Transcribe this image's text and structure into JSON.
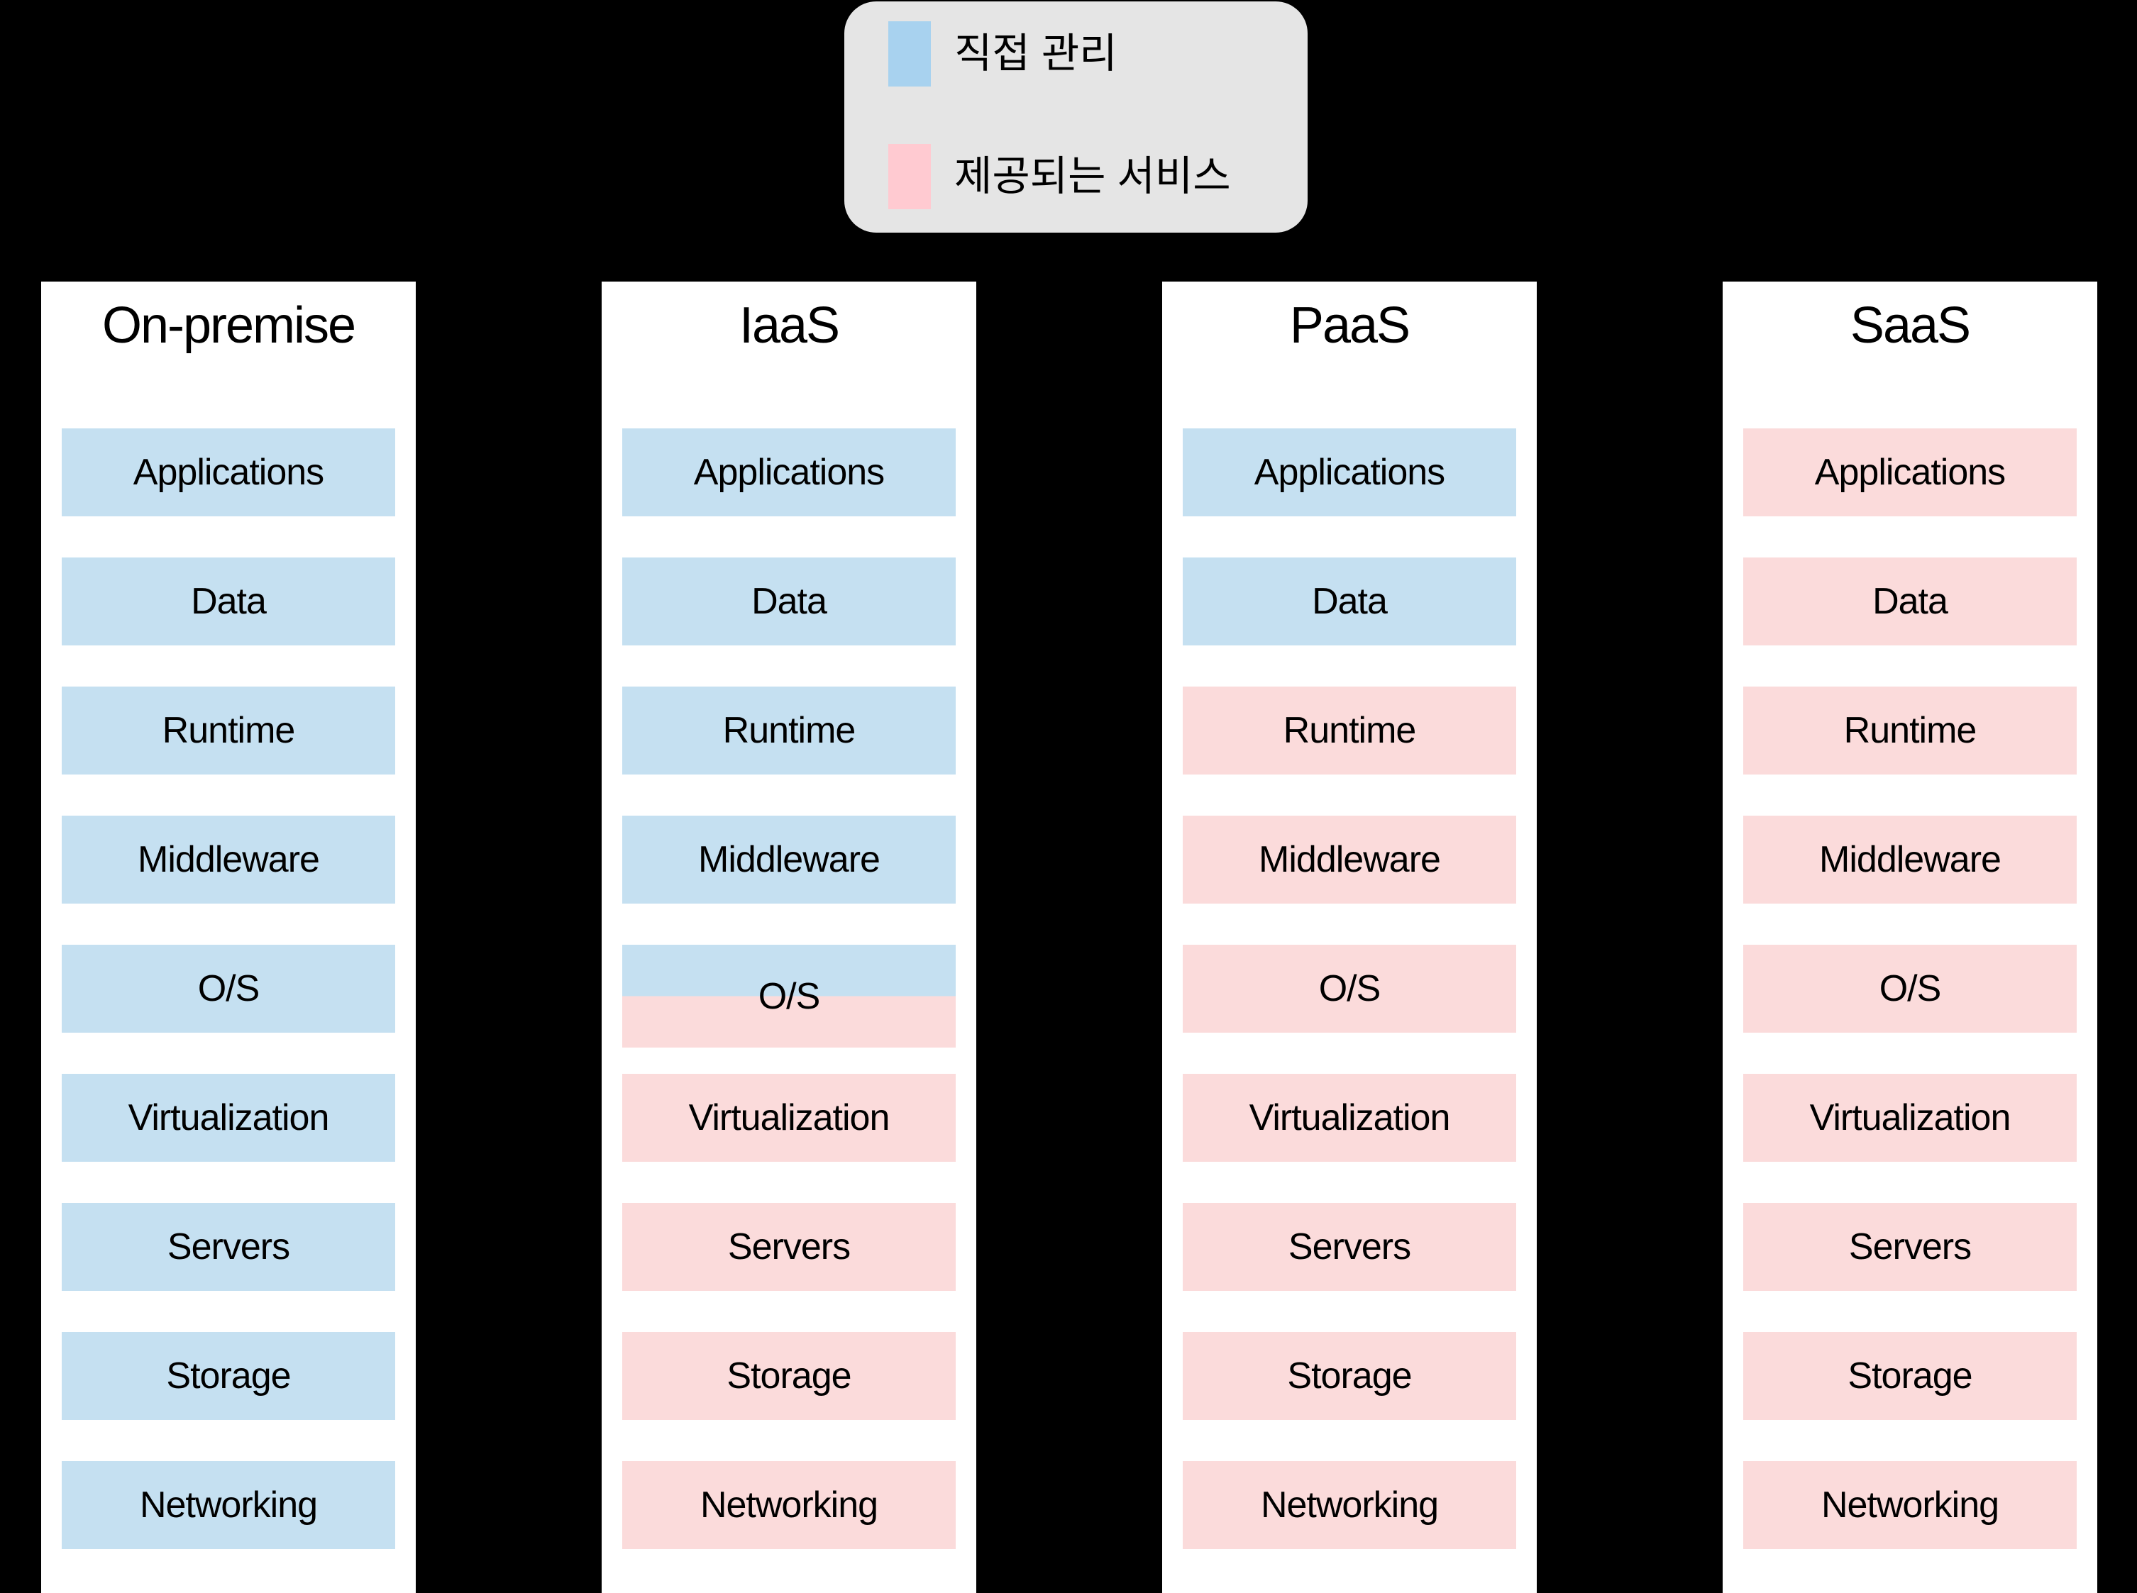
{
  "legend": {
    "items": [
      {
        "id": "managed",
        "label": "직접 관리",
        "color": "#A8D2EF"
      },
      {
        "id": "provided",
        "label": "제공되는 서비스",
        "color": "#FFCAD1"
      }
    ]
  },
  "colors": {
    "background": "#000000",
    "panel": "#FFFFFF",
    "text": "#000000",
    "legend_background": "#E5E5E5",
    "managed_fill": "#C5E0F1",
    "provided_fill": "#FBDBDB"
  },
  "columns": [
    {
      "title": "On-premise",
      "layers": [
        {
          "label": "Applications",
          "type": "managed"
        },
        {
          "label": "Data",
          "type": "managed"
        },
        {
          "label": "Runtime",
          "type": "managed"
        },
        {
          "label": "Middleware",
          "type": "managed"
        },
        {
          "label": "O/S",
          "type": "managed"
        },
        {
          "label": "Virtualization",
          "type": "managed"
        },
        {
          "label": "Servers",
          "type": "managed"
        },
        {
          "label": "Storage",
          "type": "managed"
        },
        {
          "label": "Networking",
          "type": "managed"
        }
      ]
    },
    {
      "title": "IaaS",
      "layers": [
        {
          "label": "Applications",
          "type": "managed"
        },
        {
          "label": "Data",
          "type": "managed"
        },
        {
          "label": "Runtime",
          "type": "managed"
        },
        {
          "label": "Middleware",
          "type": "managed"
        },
        {
          "label": "O/S",
          "type": "split"
        },
        {
          "label": "Virtualization",
          "type": "provided"
        },
        {
          "label": "Servers",
          "type": "provided"
        },
        {
          "label": "Storage",
          "type": "provided"
        },
        {
          "label": "Networking",
          "type": "provided"
        }
      ]
    },
    {
      "title": "PaaS",
      "layers": [
        {
          "label": "Applications",
          "type": "managed"
        },
        {
          "label": "Data",
          "type": "managed"
        },
        {
          "label": "Runtime",
          "type": "provided"
        },
        {
          "label": "Middleware",
          "type": "provided"
        },
        {
          "label": "O/S",
          "type": "provided"
        },
        {
          "label": "Virtualization",
          "type": "provided"
        },
        {
          "label": "Servers",
          "type": "provided"
        },
        {
          "label": "Storage",
          "type": "provided"
        },
        {
          "label": "Networking",
          "type": "provided"
        }
      ]
    },
    {
      "title": "SaaS",
      "layers": [
        {
          "label": "Applications",
          "type": "provided"
        },
        {
          "label": "Data",
          "type": "provided"
        },
        {
          "label": "Runtime",
          "type": "provided"
        },
        {
          "label": "Middleware",
          "type": "provided"
        },
        {
          "label": "O/S",
          "type": "provided"
        },
        {
          "label": "Virtualization",
          "type": "provided"
        },
        {
          "label": "Servers",
          "type": "provided"
        },
        {
          "label": "Storage",
          "type": "provided"
        },
        {
          "label": "Networking",
          "type": "provided"
        }
      ]
    }
  ]
}
